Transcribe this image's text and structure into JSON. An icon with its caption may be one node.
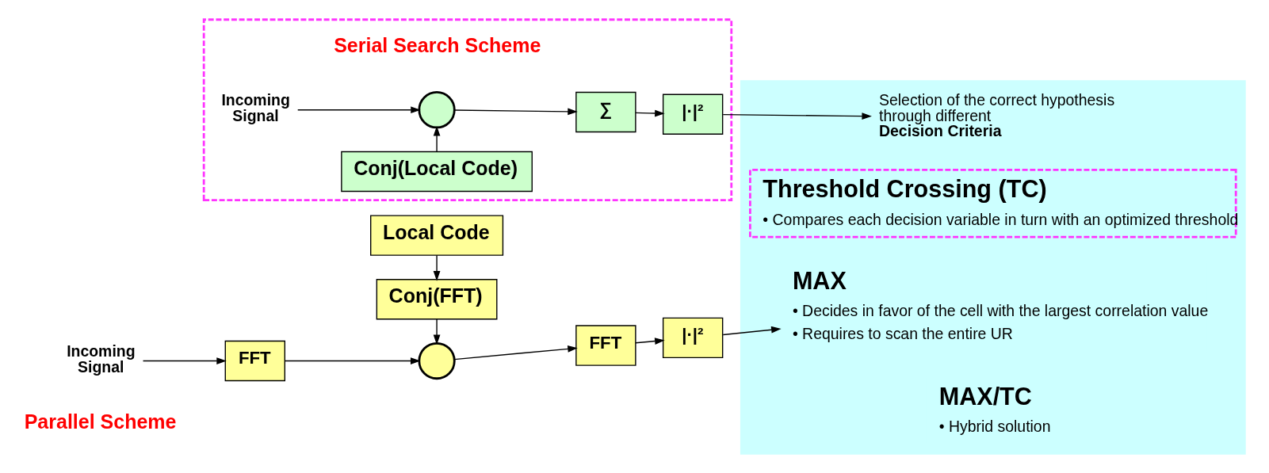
{
  "diagram": {
    "nodes": [
      {
        "text": [],
        "shape": "box"
      },
      {
        "text": [
          "Incoming Signal"
        ],
        "in": 0
      },
      {
        "text": [],
        "shape": "circle",
        "in": 0
      },
      {
        "text": [
          "∑"
        ],
        "in": 0
      },
      {
        "text": [
          "|·|²"
        ],
        "in": 0
      },
      {
        "text": [
          "Conj(Local Code)"
        ],
        "in": 0
      },
      {
        "text": [],
        "shape": "box"
      },
      {
        "text": [
          "Selection of the correct hypothesis through different **Decision Criteria**"
        ],
        "in": 6
      },
      {
        "text": [
          "Threshold Crossing (TC)",
          "• Compares each decision variable in turn with an optimized threshold"
        ],
        "in": 6
      },
      {
        "text": [
          "MAX",
          "• Decides in favor of the cell with the largest correlation value",
          "• Requires to scan the entire UR"
        ],
        "in": 6
      },
      {
        "text": [
          "MAX/TC",
          "• Hybrid solution"
        ],
        "in": 6
      },
      {
        "text": [
          "Incoming Signal"
        ]
      },
      {
        "text": [
          "FFT"
        ]
      },
      {
        "text": [],
        "shape": "circle"
      },
      {
        "text": [
          "FFT"
        ]
      },
      {
        "text": [
          "|·|²"
        ]
      },
      {
        "text": [
          "Conj(FFT)"
        ]
      },
      {
        "text": [
          "Local Code"
        ]
      }
    ],
    "edges": [
      {
        "from": 1,
        "to": 2,
        "arrow": "to"
      },
      {
        "from": 2,
        "to": 3,
        "arrow": "to"
      },
      {
        "from": 3,
        "to": 4,
        "arrow": "to"
      },
      {
        "from": 4,
        "to": 7,
        "arrow": "to"
      },
      {
        "from": 5,
        "to": 2,
        "arrow": "to"
      },
      {
        "from": 11,
        "to": 12,
        "arrow": "to"
      },
      {
        "from": 12,
        "to": 13,
        "arrow": "to"
      },
      {
        "from": 13,
        "to": 14,
        "arrow": "to"
      },
      {
        "from": 14,
        "to": 15,
        "arrow": "to"
      },
      {
        "from": 15,
        "to": 9,
        "arrow": "to"
      },
      {
        "from": 16,
        "to": 13,
        "arrow": "to"
      },
      {
        "from": 17,
        "to": 16,
        "arrow": "to"
      }
    ],
    "labels": [
      "Serial Search Scheme",
      "Parallel Scheme"
    ]
  }
}
